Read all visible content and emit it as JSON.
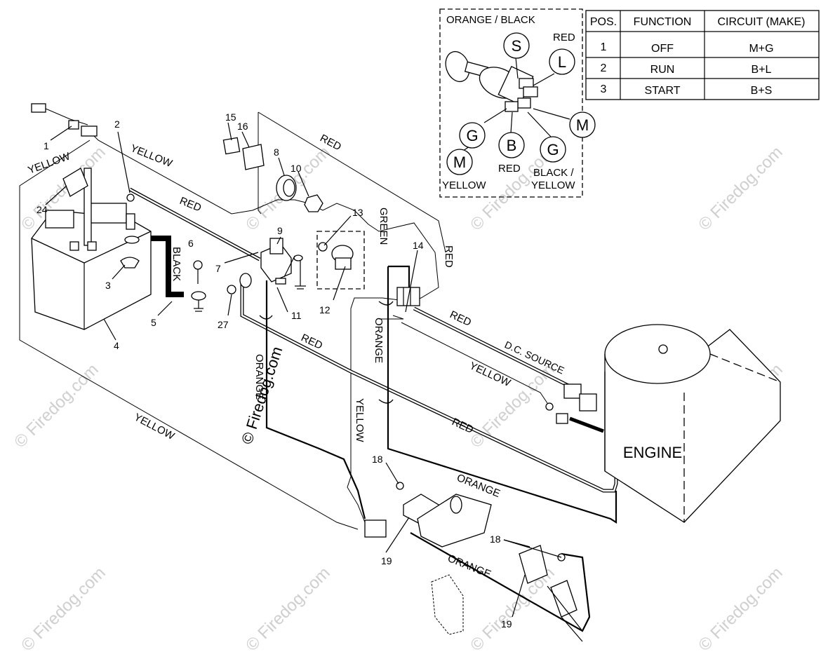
{
  "table": {
    "headers": [
      "POS.",
      "FUNCTION",
      "CIRCUIT  (MAKE)"
    ],
    "rows": [
      [
        "1",
        "OFF",
        "M+G"
      ],
      [
        "2",
        "RUN",
        "B+L"
      ],
      [
        "3",
        "START",
        "B+S"
      ]
    ]
  },
  "inset": {
    "title": "ORANGE / BLACK",
    "red_top": "RED",
    "red_bottom": "RED",
    "yellow": "YELLOW",
    "black_yellow_1": "BLACK /",
    "black_yellow_2": "YELLOW",
    "terminals": {
      "s": "S",
      "l": "L",
      "g1": "G",
      "m1": "M",
      "b": "B",
      "g2": "G",
      "m2": "M"
    }
  },
  "wires": {
    "yellow_1": "YELLOW",
    "yellow_2": "YELLOW",
    "yellow_3": "YELLOW",
    "yellow_4": "YELLOW",
    "yellow_5": "YELLOW",
    "red_1": "RED",
    "red_2": "RED",
    "red_3": "RED",
    "red_4": "RED",
    "red_5": "RED",
    "red_6": "RED",
    "black": "BLACK",
    "green": "GREEN",
    "orange_1": "ORANGE",
    "orange_2": "ORANGE",
    "orange_3": "ORANGE",
    "orange_4": "ORANGE",
    "dc_source": "D.C. SOURCE"
  },
  "engine_label": "ENGINE",
  "watermark_main": "© Firedog.com",
  "watermark_small": "© Firedog.com",
  "parts": {
    "p1": "1",
    "p2": "2",
    "p3": "3",
    "p4": "4",
    "p5": "5",
    "p6": "6",
    "p7": "7",
    "p8": "8",
    "p9": "9",
    "p10": "10",
    "p11": "11",
    "p12": "12",
    "p13": "13",
    "p14": "14",
    "p15": "15",
    "p16": "16",
    "p18a": "18",
    "p18b": "18",
    "p19a": "19",
    "p19b": "19",
    "p24": "24",
    "p27": "27"
  }
}
